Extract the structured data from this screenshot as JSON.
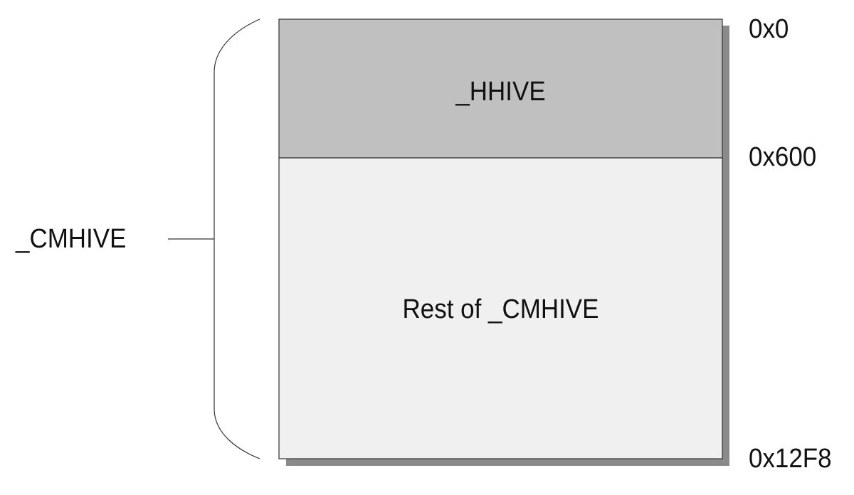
{
  "diagram": {
    "outer_label": "_CMHIVE",
    "regions": [
      {
        "name": "_HHIVE",
        "fill": "#c0c0c0"
      },
      {
        "name": "Rest of _CMHIVE",
        "fill": "#f0f0f0"
      }
    ],
    "offsets": [
      "0x0",
      "0x600",
      "0x12F8"
    ],
    "colors": {
      "border": "#333333",
      "shadow": "#8a8a8a",
      "brace": "#333333"
    }
  }
}
